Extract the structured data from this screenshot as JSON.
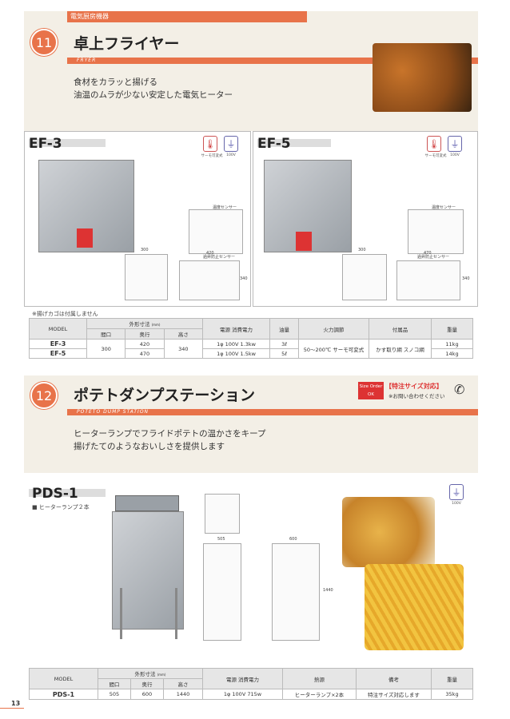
{
  "section11": {
    "category": "電気厨房機器",
    "number": "11",
    "title": "卓上フライヤー",
    "en": "FRYER",
    "desc1": "食材をカラッと揚げる",
    "desc2": "油温のムラが少ない安定した電気ヒーター"
  },
  "ef3": {
    "model": "EF-3",
    "icon1_cap": "サーモ可変式",
    "icon2_cap": "100V",
    "sensor1": "温度センサー",
    "sensor2": "過昇防止センサー",
    "dim_w": "300",
    "dim_d": "420",
    "dim_h": "340"
  },
  "ef5": {
    "model": "EF-5",
    "icon1_cap": "サーモ可変式",
    "icon2_cap": "100V",
    "sensor1": "温度センサー",
    "sensor2": "過昇防止センサー",
    "dim_w": "300",
    "dim_d": "470",
    "dim_h": "340"
  },
  "note1": "※揚げカゴは付属しません",
  "table1": {
    "h_model": "MODEL",
    "h_size": "外形寸法",
    "h_unit": "(mm)",
    "h_w": "間口",
    "h_d": "奥行",
    "h_h": "高さ",
    "h_power": "電源 消費電力",
    "h_oil": "油量",
    "h_heat": "火力調節",
    "h_acc": "付属品",
    "h_wt": "重量",
    "rows": [
      {
        "model": "EF-3",
        "w": "300",
        "d": "420",
        "h": "340",
        "power": "1φ 100V 1.3kw",
        "oil": "3ℓ",
        "heat": "50～200℃ サーモ可変式",
        "acc": "かす取り網 スノコ網",
        "wt": "11kg"
      },
      {
        "model": "EF-5",
        "d": "470",
        "power": "1φ 100V 1.5kw",
        "oil": "5ℓ",
        "wt": "14kg"
      }
    ]
  },
  "section12": {
    "number": "12",
    "title": "ポテトダンプステーション",
    "en": "POTETO DUMP STATION",
    "desc1": "ヒーターランプでフライドポテトの温かさをキープ",
    "desc2": "揚げたてのようなおいしさを提供します",
    "size_order": "Size Order OK",
    "special": "【特注サイズ対応】",
    "contact": "※お問い合わせください"
  },
  "pds": {
    "model": "PDS-1",
    "feature": "■ ヒーターランプ２本",
    "icon_cap": "100V",
    "dim1": "505",
    "dim2": "600",
    "dim3": "1440"
  },
  "table2": {
    "h_model": "MODEL",
    "h_size": "外形寸法",
    "h_unit": "(mm)",
    "h_w": "間口",
    "h_d": "奥行",
    "h_h": "高さ",
    "h_power": "電源 消費電力",
    "h_heat": "熱源",
    "h_note": "備考",
    "h_wt": "重量",
    "row": {
      "model": "PDS-1",
      "w": "505",
      "d": "600",
      "h": "1440",
      "power": "1φ 100V 715w",
      "heat": "ヒーターランプ×2本",
      "note": "特注サイズ対応します",
      "wt": "35kg"
    }
  },
  "page_number": "13"
}
